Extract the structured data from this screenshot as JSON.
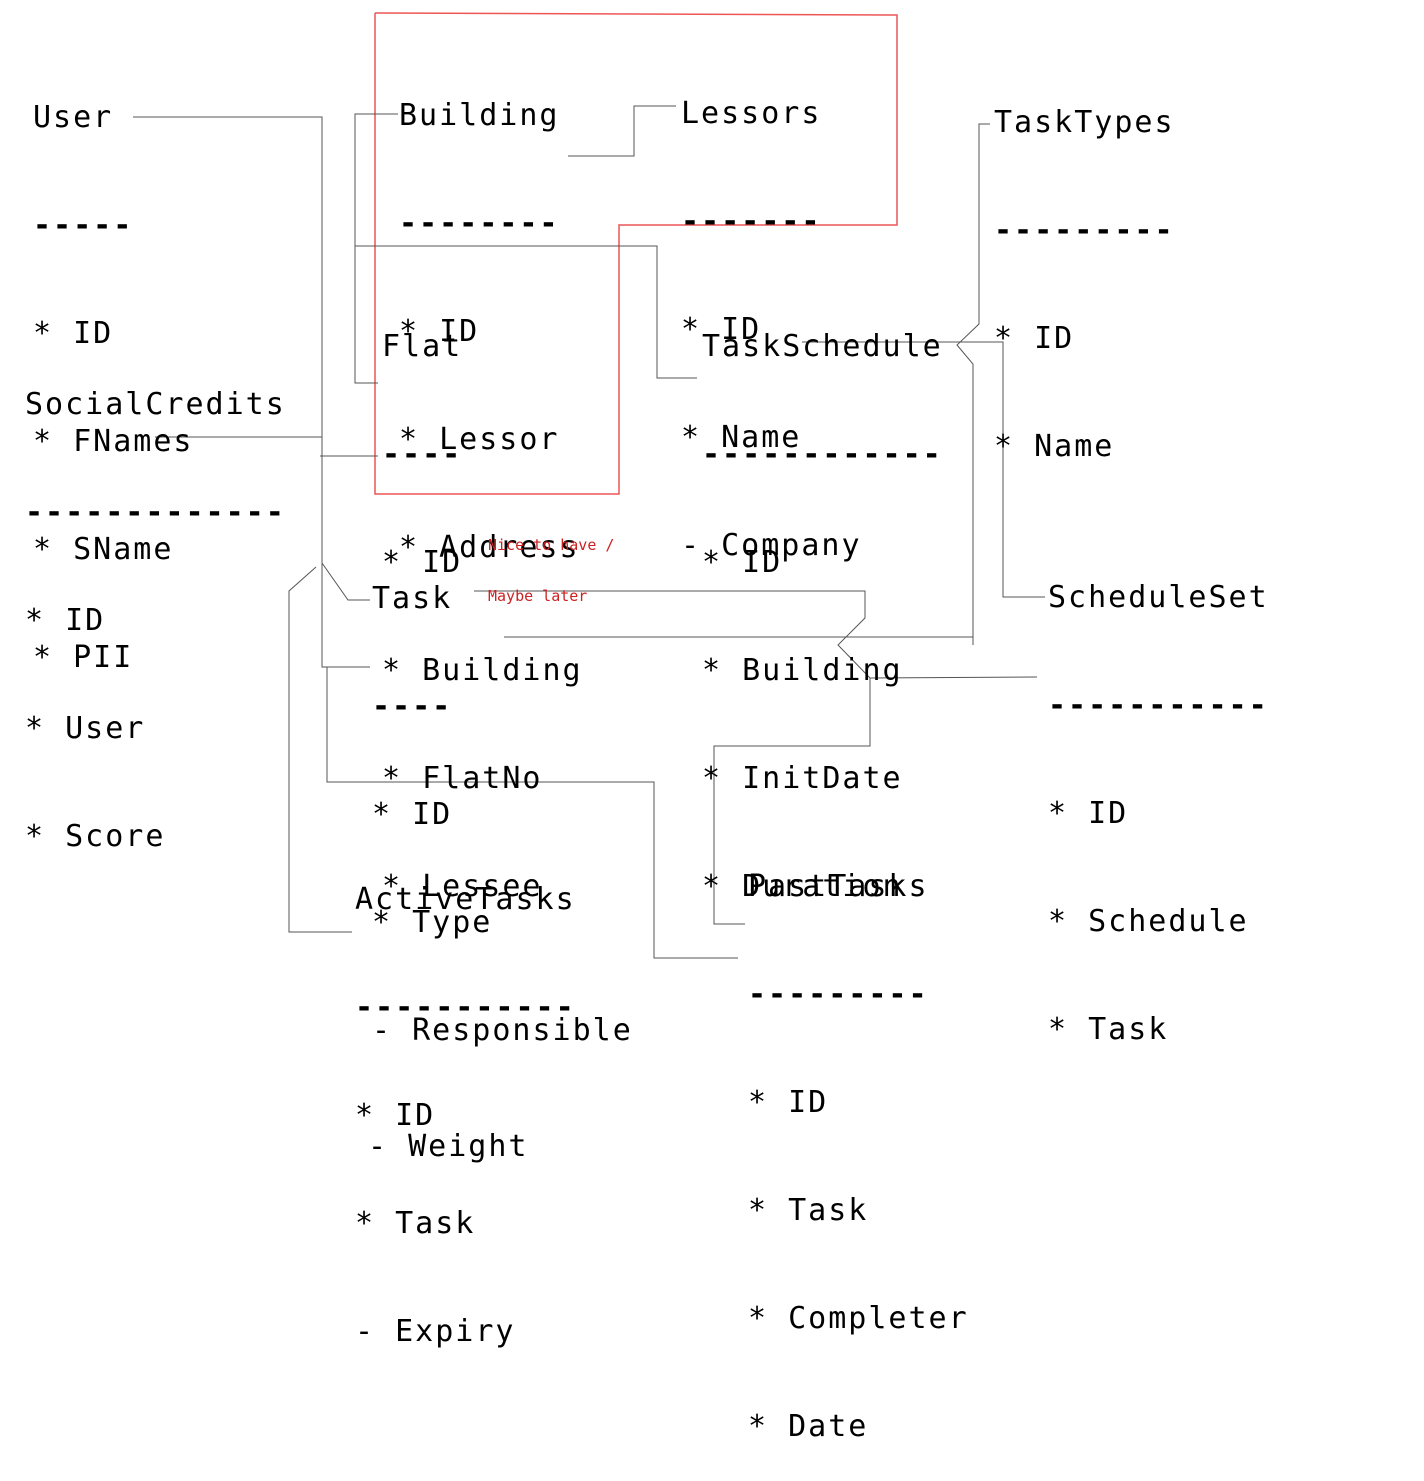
{
  "diagram": {
    "entities": {
      "user": {
        "title": "User",
        "separator": "-----",
        "fields": [
          "* ID",
          "* FNames",
          "* SName",
          "* PII"
        ]
      },
      "building": {
        "title": "Building",
        "separator": "--------",
        "fields": [
          "* ID",
          "* Lessor",
          "* Address"
        ]
      },
      "lessors": {
        "title": "Lessors",
        "separator": "-------",
        "fields": [
          "* ID",
          "* Name",
          "- Company"
        ]
      },
      "tasktypes": {
        "title": "TaskTypes",
        "separator": "---------",
        "fields": [
          "* ID",
          "* Name"
        ]
      },
      "socialcredits": {
        "title": "SocialCredits",
        "separator": "-------------",
        "fields": [
          "* ID",
          "* User",
          "* Score"
        ]
      },
      "flat": {
        "title": "Flat",
        "separator": "----",
        "fields": [
          "* ID",
          "* Building",
          "* FlatNo",
          "* Lessee"
        ]
      },
      "taskschedule": {
        "title": "TaskSchedule",
        "separator": "------------",
        "fields": [
          "* ID",
          "* Building",
          "* InitDate",
          "* Duration"
        ]
      },
      "task": {
        "title": "Task",
        "separator": "----",
        "fields": [
          "* ID",
          "* Type",
          "- Responsible",
          "- Weight"
        ]
      },
      "scheduleset": {
        "title": "ScheduleSet",
        "separator": "-----------",
        "fields": [
          "* ID",
          "* Schedule",
          "* Task"
        ]
      },
      "activetasks": {
        "title": "ActiveTasks",
        "separator": "-----------",
        "fields": [
          "* ID",
          "* Task",
          "- Expiry"
        ]
      },
      "pasttasks": {
        "title": "PastTasks",
        "separator": "---------",
        "fields": [
          "* ID",
          "* Task",
          "* Completer",
          "* Date"
        ]
      }
    },
    "note": {
      "line1": "Nice to have /",
      "line2": "Maybe later"
    },
    "colors": {
      "text": "#000000",
      "connector": "#555555",
      "highlight_box": "#ee5555",
      "note": "#cc2222"
    }
  }
}
